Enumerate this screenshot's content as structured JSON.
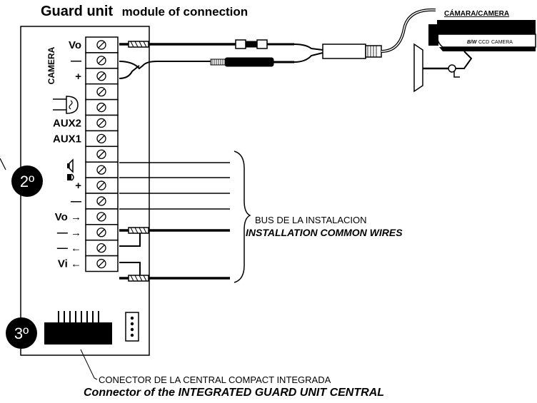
{
  "title": {
    "bold": "Guard unit",
    "rest": "module of connection"
  },
  "camera": {
    "label": "CÁMARA/CAMERA",
    "body_marks": [
      "B/W",
      "CCD",
      "CAMERA"
    ]
  },
  "terminal_group_label": "CAMERA",
  "terminals": [
    {
      "label": "Vo"
    },
    {
      "label": "—"
    },
    {
      "label": "+"
    },
    {
      "label": ""
    },
    {
      "label": ""
    },
    {
      "label": "AUX2"
    },
    {
      "label": "AUX1"
    },
    {
      "label": ""
    },
    {
      "label": ""
    },
    {
      "label": "+"
    },
    {
      "label": "—"
    },
    {
      "label": "Vo →"
    },
    {
      "label": "— →"
    },
    {
      "label": "— ←"
    },
    {
      "label": "Vi ←"
    }
  ],
  "badges": {
    "second": "2º",
    "third": "3º"
  },
  "bus": {
    "line1": "BUS DE LA INSTALACION",
    "line2": "INSTALLATION COMMON WIRES"
  },
  "connector": {
    "line1": "CONECTOR DE LA CENTRAL COMPACT INTEGRADA",
    "line2": "Connector of the INTEGRATED GUARD UNIT CENTRAL"
  }
}
